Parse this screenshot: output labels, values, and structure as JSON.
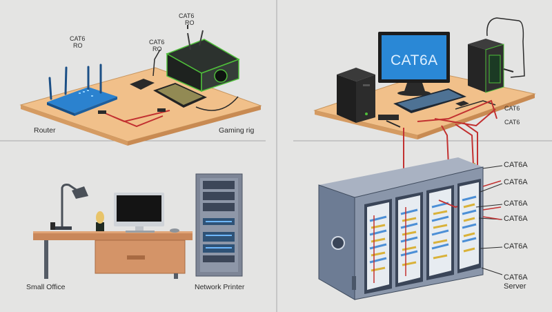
{
  "panels": {
    "top_left": {
      "cable_label_a_line1": "CAT6",
      "cable_label_a_line2": "RO",
      "cable_label_b_line1": "CAT6",
      "cable_label_b_line2": "RO",
      "cable_label_c_line1": "CAT6",
      "cable_label_c_line2": "RO",
      "router_caption": "Router",
      "gaming_caption": "Gaming rig"
    },
    "top_right": {
      "monitor_text": "CAT6A",
      "cable_label_1": "CAT6",
      "cable_label_2": "CAT6"
    },
    "bottom_left": {
      "office_caption": "Small Office",
      "printer_caption": "Network Printer"
    },
    "bottom_right": {
      "labels": [
        "CAT6A",
        "CAT6A",
        "CAT6A",
        "CAT6A",
        "CAT6A",
        "CAT6A"
      ],
      "server_caption": "Server"
    }
  },
  "colors": {
    "background": "#e4e4e3",
    "desk": "#f1c08a",
    "router": "#1f6fb8",
    "accent_green": "#4fbf3a",
    "cable_red": "#c23030",
    "server_body": "#6f7e96",
    "monitor_screen": "#2a88d6"
  }
}
